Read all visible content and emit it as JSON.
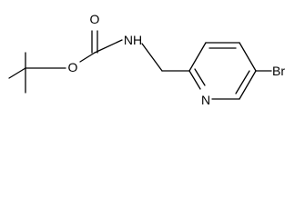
{
  "molecule": {
    "atoms": {
      "carbonyl_oxygen": "O",
      "ester_oxygen": "O",
      "amine": "NH",
      "pyridine_nitrogen": "N",
      "bromine": "Br"
    }
  },
  "colors": {
    "bond": "#000000",
    "label": "#000000",
    "background": "#ffffff"
  }
}
